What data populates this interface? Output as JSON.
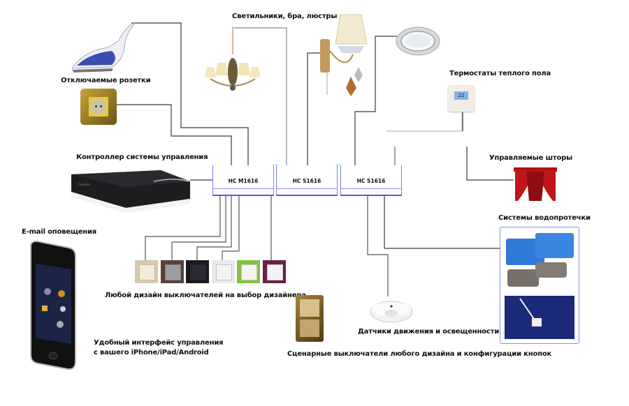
{
  "diagram": {
    "title": "Схема системы умного дома",
    "modules": [
      {
        "name": "HC M1616"
      },
      {
        "name": "HC S1616"
      },
      {
        "name": "HC S1616"
      }
    ],
    "labels": {
      "lighting": "Светильники, бра, люстры",
      "sockets": "Отключаемые розетки",
      "controller": "Контроллер системы управления",
      "thermostats": "Термостаты теплого пола",
      "curtains": "Управляемые шторы",
      "leak": "Системы водопротечки",
      "email": "E-mail оповещения",
      "switch_design": "Любой дизайн выключателей на выбор дизайнера",
      "mobile_line1": "Удобный интерфейс управления",
      "mobile_line2": "с вашего iPhone/iPad/Android",
      "motion": "Датчики движения и освещенности",
      "scene_switches": "Сценарные выключатели любого дизайна и конфигурации кнопок"
    },
    "devices": {
      "iron": "iron-icon",
      "socket": "socket-icon",
      "chandelier": "chandelier-icon",
      "sconce": "sconce-icon",
      "downlight": "downlight-icon",
      "thermostat": "thermostat-icon",
      "thermostat_display": "22",
      "curtain": "curtain-icon",
      "controller": "controller-box-icon",
      "controller_brand": "Crestron",
      "phone": "smartphone-icon",
      "switch_colors": [
        "#d9c8ad",
        "#5a4035",
        "#1b1b1f",
        "#e9e9ec",
        "#86c23a",
        "#6b1f45"
      ],
      "scene_switch": "scene-switch-icon",
      "motion_sensor": "motion-sensor-icon",
      "valve": "valve-icon",
      "leak_sensor": "leak-sensor-icon"
    },
    "colors": {
      "module_border": "#5555ee",
      "wire": "#333333",
      "bridge": "#5fc4c4"
    }
  }
}
